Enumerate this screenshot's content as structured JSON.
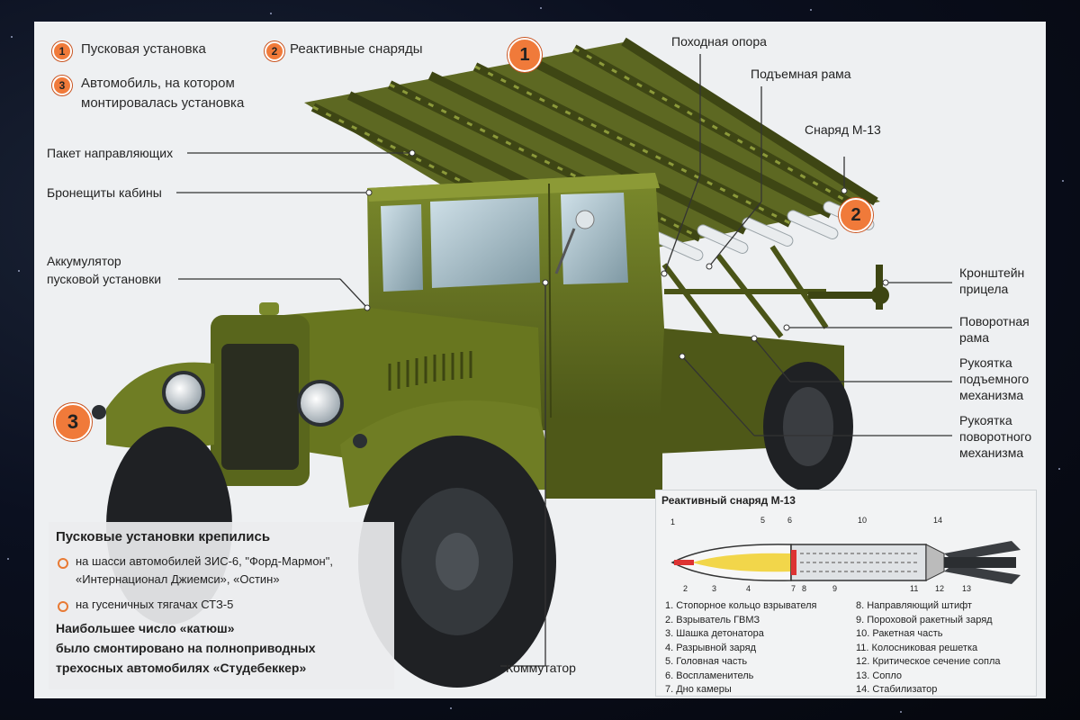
{
  "legend": {
    "item1": {
      "num": "1",
      "text": "Пусковая установка"
    },
    "item2": {
      "num": "2",
      "text": "Реактивные снаряды"
    },
    "item3": {
      "num": "3",
      "line1": "Автомобиль, на котором",
      "line2": "монтировалась установка"
    }
  },
  "badges": {
    "b1": "1",
    "b2": "2",
    "b3": "3"
  },
  "callouts": {
    "guide_pack": "Пакет направляющих",
    "cab_armor": "Бронещиты кабины",
    "battery_line1": "Аккумулятор",
    "battery_line2": "пусковой установки",
    "travel_support": "Походная опора",
    "lift_frame": "Подъемная рама",
    "shell_m13": "Снаряд М-13",
    "sight_bracket_line1": "Кронштейн",
    "sight_bracket_line2": "прицела",
    "rotary_frame_line1": "Поворотная",
    "rotary_frame_line2": "рама",
    "lift_handle_line1": "Рукоятка",
    "lift_handle_line2": "подъемного",
    "lift_handle_line3": "механизма",
    "rot_handle_line1": "Рукоятка",
    "rot_handle_line2": "поворотного",
    "rot_handle_line3": "механизма",
    "commutator": "Коммутатор"
  },
  "infobox": {
    "title": "Пусковые установки крепились",
    "bullet1_line1": "на шасси автомобилей ЗИС-6, \"Форд-Мармон\",",
    "bullet1_line2": "«Интернационал Джиемси», «Остин»",
    "bullet2": "на гусеничных тягачах СТЗ-5",
    "bold_line1": "Наибольшее число «катюш»",
    "bold_line2": "было смонтировано на полноприводных",
    "bold_line3": "трехосных автомобилях «Студебеккер»"
  },
  "rocket": {
    "title": "Реактивный снаряд М-13",
    "numbers_top": [
      "1",
      "5",
      "6",
      "10",
      "14"
    ],
    "numbers_bottom": [
      "2",
      "3",
      "4",
      "7",
      "8",
      "9",
      "11",
      "12",
      "13"
    ],
    "parts_left": [
      "1. Стопорное кольцо взрывателя",
      "2. Взрыватель ГВМЗ",
      "3. Шашка детонатора",
      "4. Разрывной заряд",
      "5. Головная часть",
      "6. Воспламенитель",
      "7. Дно камеры"
    ],
    "parts_right": [
      "8. Направляющий штифт",
      "9. Пороховой ракетный заряд",
      "10. Ракетная часть",
      "11. Колосниковая решетка",
      "12. Критическое сечение сопла",
      "13. Сопло",
      "14. Стабилизатор"
    ]
  },
  "colors": {
    "badge": "#f07a3a",
    "truck_olive": "#5e6a1f",
    "truck_dark": "#3d4512",
    "panel": "#eef0f2"
  }
}
